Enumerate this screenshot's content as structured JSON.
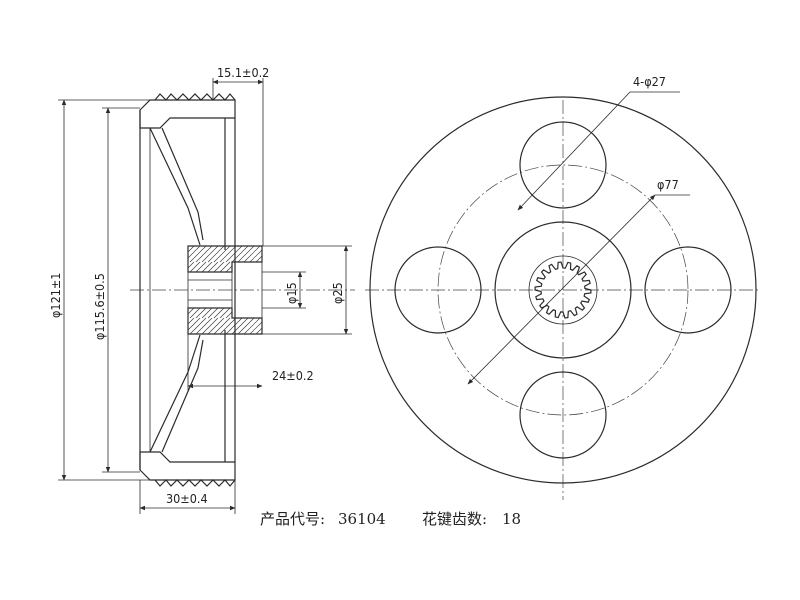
{
  "dimensions": {
    "hub_width": "15.1±0.2",
    "outer_diameter": "φ121±1",
    "groove_diameter": "φ115.6±0.5",
    "bore_small": "φ15",
    "bore_large": "φ25",
    "bore_depth": "24±0.2",
    "overall_width": "30±0.4",
    "hole_pattern": "4-φ27",
    "pcd": "φ77"
  },
  "caption": {
    "product_code_label": "产品代号:",
    "product_code_value": "36104",
    "spline_teeth_label": "花键齿数:",
    "spline_teeth_value": "18"
  }
}
